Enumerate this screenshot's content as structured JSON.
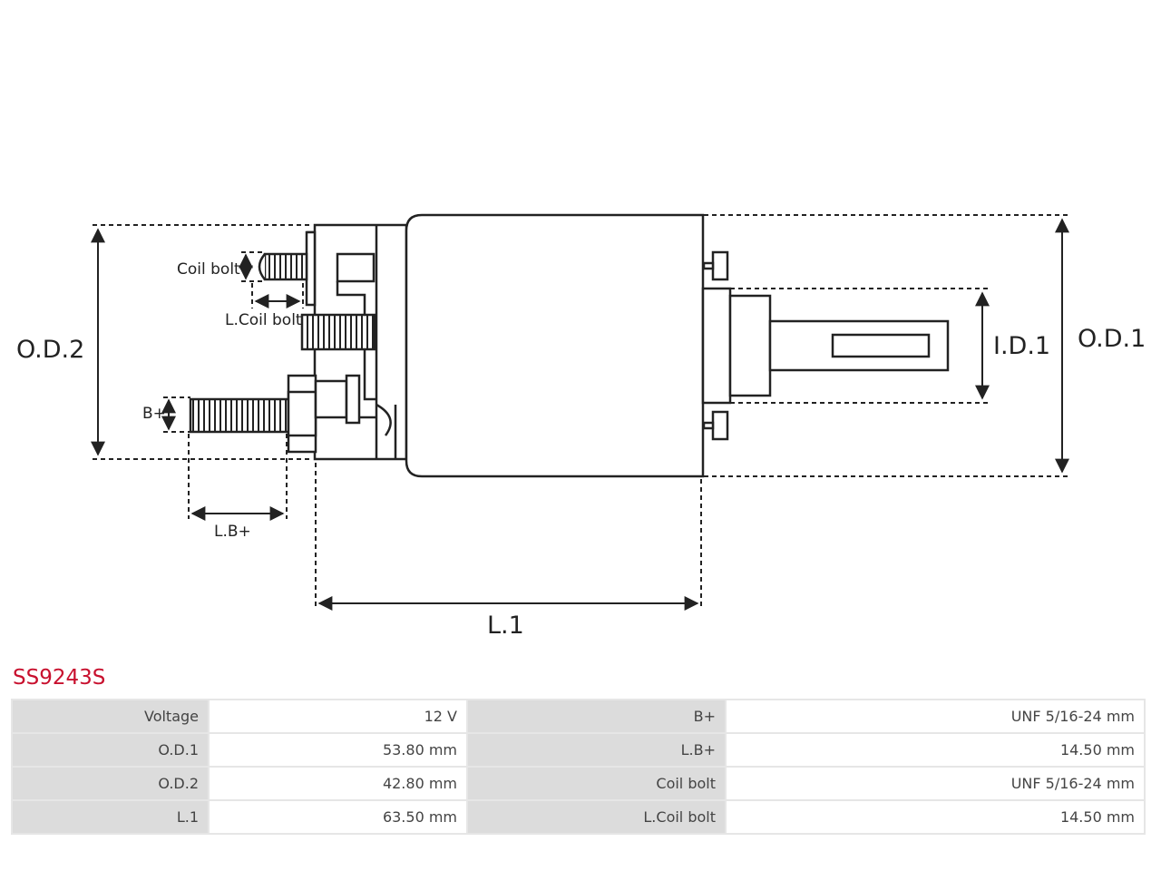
{
  "diagram": {
    "labels": {
      "od2": "O.D.2",
      "od1": "O.D.1",
      "id1": "I.D.1",
      "l1": "L.1",
      "coil_bolt": "Coil bolt",
      "l_coil_bolt": "L.Coil bolt",
      "b_plus": "B+",
      "l_b_plus": "L.B+"
    }
  },
  "product": {
    "code": "SS9243S"
  },
  "specs": {
    "rows": [
      {
        "k1": "Voltage",
        "v1": "12 V",
        "k2": "B+",
        "v2": "UNF 5/16-24 mm"
      },
      {
        "k1": "O.D.1",
        "v1": "53.80 mm",
        "k2": "L.B+",
        "v2": "14.50 mm"
      },
      {
        "k1": "O.D.2",
        "v1": "42.80 mm",
        "k2": "Coil bolt",
        "v2": "UNF 5/16-24 mm"
      },
      {
        "k1": "L.1",
        "v1": "63.50 mm",
        "k2": "L.Coil bolt",
        "v2": "14.50 mm"
      }
    ]
  }
}
